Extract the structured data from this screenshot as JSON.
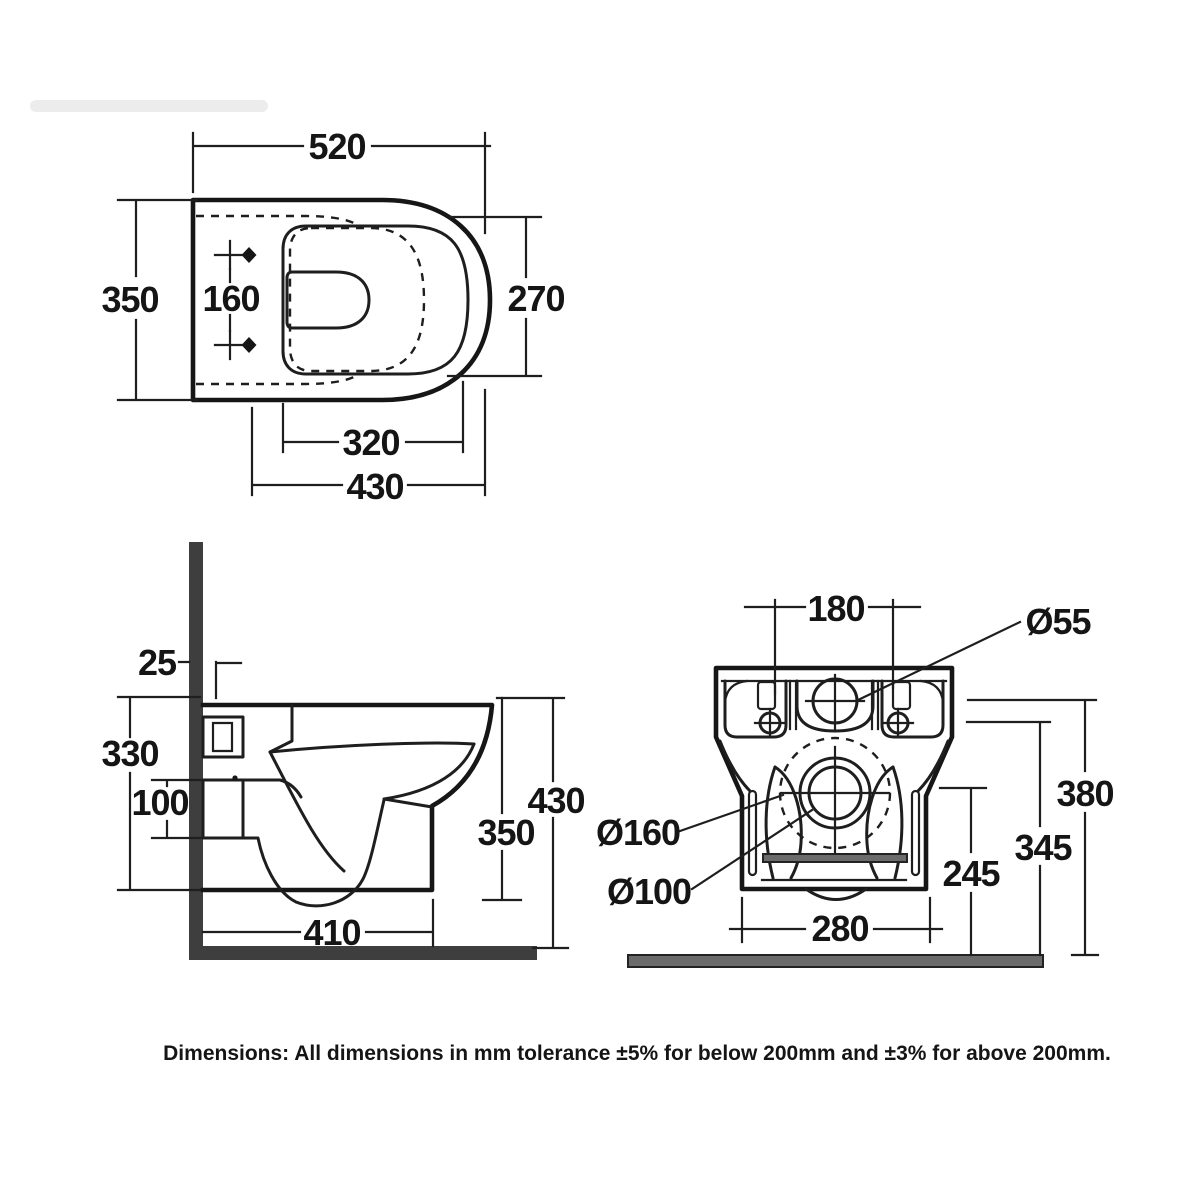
{
  "note": "Dimensions: All dimensions in mm tolerance ±5% for below 200mm and ±3% for above 200mm.",
  "top_view": {
    "overall_width": "520",
    "overall_depth": "350",
    "seat_width": "270",
    "fixing_hole_centres": "160",
    "bowl_length": "320",
    "seat_length": "430"
  },
  "side_view": {
    "wall_gap": "25",
    "body_height": "330",
    "outlet_height": "100",
    "projection": "410",
    "total_height": "430",
    "rim_height": "350"
  },
  "rear_view": {
    "fixing_centres": "180",
    "inlet_diameter": "Ø55",
    "outlet_outer_diameter": "Ø160",
    "outlet_inner_diameter": "Ø100",
    "base_width": "280",
    "outlet_centre_height": "245",
    "inlet_bottom_height": "345",
    "inlet_centre_height": "380"
  }
}
